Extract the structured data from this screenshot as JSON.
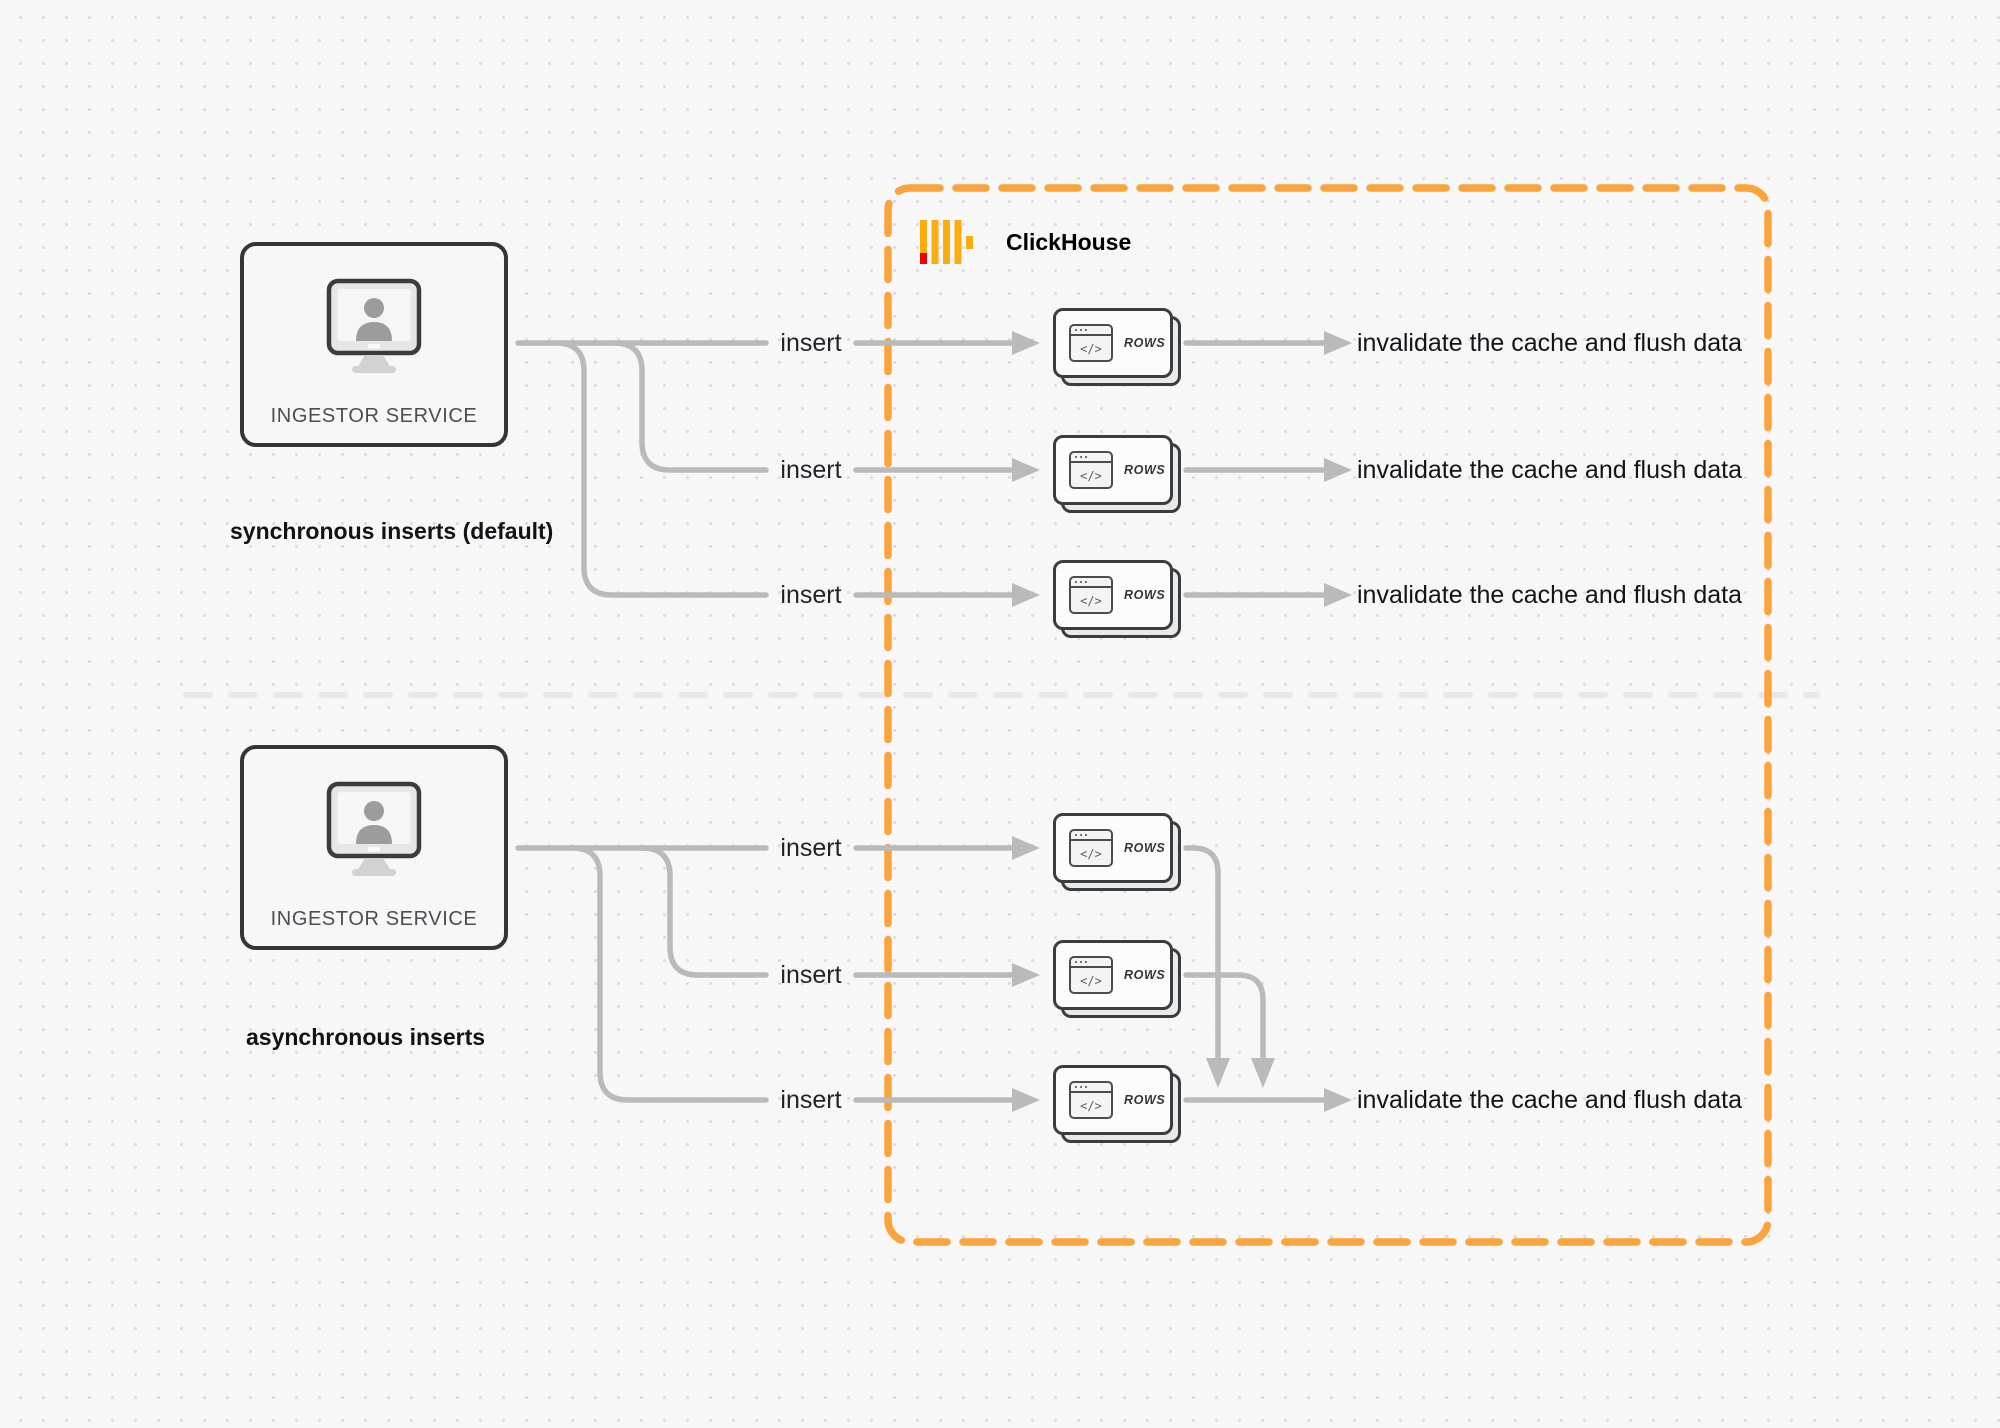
{
  "diagram": {
    "title_area": {
      "clickhouse": {
        "label": "ClickHouse",
        "logo_icon": "clickhouse-bars-icon",
        "boundary_color": "#F9A43C",
        "logo_bar_color": "#FBAD0F",
        "logo_accent_color": "#F40000"
      }
    },
    "sync": {
      "section_label": "synchronous inserts (default)",
      "source_label": "INGESTOR SERVICE",
      "source_icon": "monitor-user-icon",
      "rows": [
        {
          "insert": "insert",
          "node": "ROWS",
          "glyph": "</>",
          "result": "invalidate the cache and flush data"
        },
        {
          "insert": "insert",
          "node": "ROWS",
          "glyph": "</>",
          "result": "invalidate the cache and flush data"
        },
        {
          "insert": "insert",
          "node": "ROWS",
          "glyph": "</>",
          "result": "invalidate the cache and flush data"
        }
      ]
    },
    "async": {
      "section_label": "asynchronous inserts",
      "source_label": "INGESTOR SERVICE",
      "source_icon": "monitor-user-icon",
      "rows": [
        {
          "insert": "insert",
          "node": "ROWS",
          "glyph": "</>"
        },
        {
          "insert": "insert",
          "node": "ROWS",
          "glyph": "</>"
        },
        {
          "insert": "insert",
          "node": "ROWS",
          "glyph": "</>"
        }
      ],
      "result": "invalidate the cache and flush data"
    },
    "node_icon": "code-window-icon",
    "colors": {
      "background": "#F7F7F8",
      "dot_grid": "#DCDCDE",
      "connector_gray": "#BABABA",
      "divider_gray": "#E8E8E9",
      "node_border": "#3A3D40",
      "accent_orange": "#F9A43C"
    }
  }
}
